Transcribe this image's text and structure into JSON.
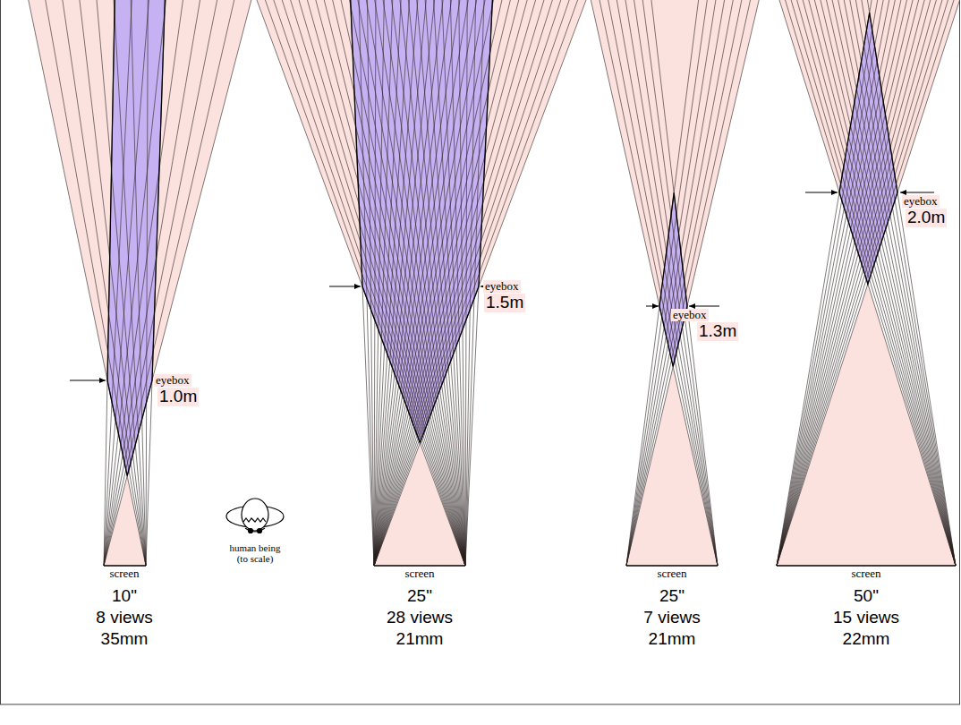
{
  "diagram": {
    "labels": [
      "eyebox",
      "1.0m",
      "screen",
      "10\"",
      "8 views",
      "35mm",
      "human being (to scale)",
      "eyebox",
      "1.5m",
      "screen",
      "25\"",
      "28 views",
      "21mm",
      "eyebox",
      "1.3m",
      "screen",
      "25\"",
      "7 views",
      "21mm",
      "eyebox",
      "2.0m",
      "screen",
      "50\"",
      "15 views",
      "22mm"
    ]
  }
}
